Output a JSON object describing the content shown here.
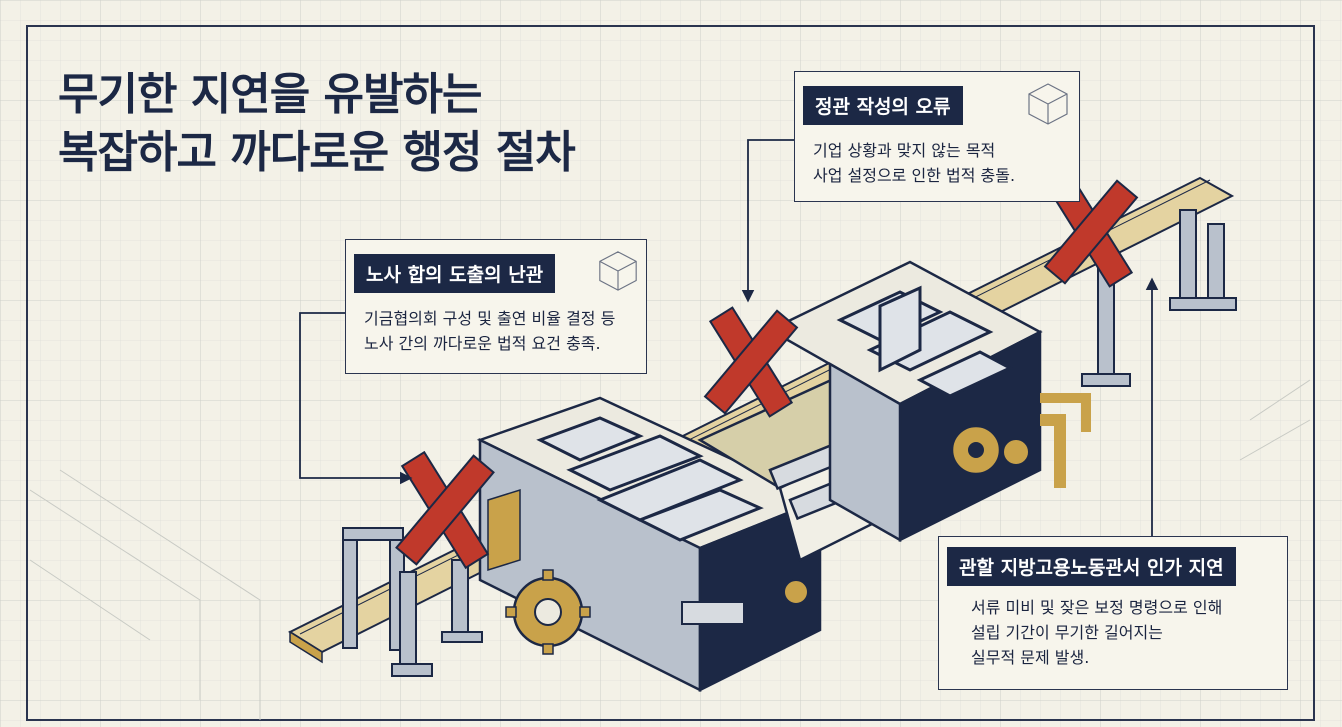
{
  "title": {
    "line1": "무기한 지연을 유발하는",
    "line2": "복잡하고 까다로운 행정 절차"
  },
  "callouts": [
    {
      "heading": "정관 작성의 오류",
      "lines": [
        "기업 상황과 맞지 않는 목적",
        "사업 설정으로 인한 법적 충돌."
      ]
    },
    {
      "heading": "노사 합의 도출의 난관",
      "lines": [
        "기금협의회 구성 및 출연 비율 결정 등",
        "노사 간의 까다로운 법적 요건 충족."
      ]
    },
    {
      "heading": "관할 지방고용노동관서 인가 지연",
      "lines": [
        "서류 미비 및 잦은 보정 명령으로 인해",
        "설립 기간이 무기한 길어지는",
        "실무적 문제 발생."
      ]
    }
  ],
  "colors": {
    "background": "#f3f1e7",
    "grid": "#d9dbd6",
    "navy": "#1c2845",
    "gold": "#c9a24a",
    "red_x": "#c0392b",
    "steel": "#b9c1cc"
  },
  "icons": [
    "red-x-mark",
    "gear-icon",
    "cube-sketch-icon",
    "pipe-icon"
  ]
}
